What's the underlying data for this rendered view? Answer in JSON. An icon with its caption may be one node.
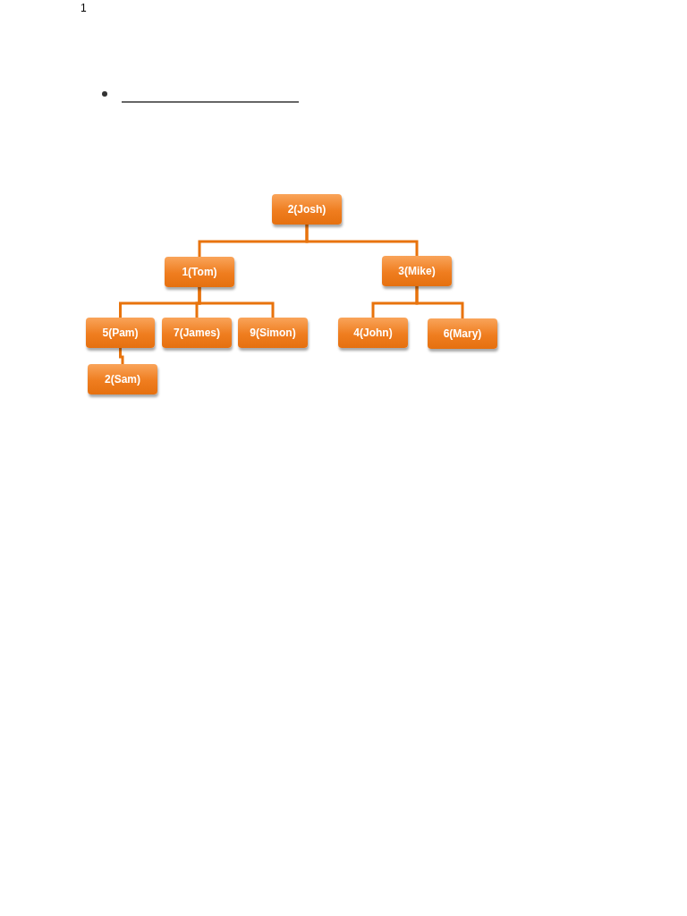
{
  "diagram": {
    "nodes": [
      {
        "text": [
          "2(Josh)"
        ]
      },
      {
        "text": [
          "1(Tom)"
        ]
      },
      {
        "text": [
          "3(Mike)"
        ]
      },
      {
        "text": [
          "5(Pam)"
        ]
      },
      {
        "text": [
          "7(James)"
        ]
      },
      {
        "text": [
          "9(Simon)"
        ]
      },
      {
        "text": [
          "4(John)"
        ]
      },
      {
        "text": [
          "6(Mary)"
        ]
      },
      {
        "text": [
          "2(Sam)"
        ]
      }
    ],
    "edges": [
      {
        "from": 0,
        "to": 1,
        "arrow": "none"
      },
      {
        "from": 0,
        "to": 2,
        "arrow": "none"
      },
      {
        "from": 1,
        "to": 3,
        "arrow": "none"
      },
      {
        "from": 1,
        "to": 4,
        "arrow": "none"
      },
      {
        "from": 1,
        "to": 5,
        "arrow": "none"
      },
      {
        "from": 2,
        "to": 6,
        "arrow": "none"
      },
      {
        "from": 2,
        "to": 7,
        "arrow": "none"
      },
      {
        "from": 3,
        "to": 8,
        "arrow": "none"
      }
    ],
    "labels": [
      "1"
    ]
  }
}
